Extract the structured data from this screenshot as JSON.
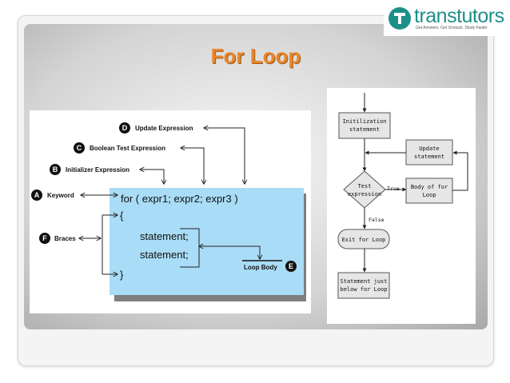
{
  "logo": {
    "name": "transtutors",
    "tagline": "Get Answers. Get Unstuck. Study Faster"
  },
  "title": "For Loop",
  "code_diagram": {
    "labels": {
      "update": {
        "letter": "D",
        "text": "Update Expression"
      },
      "test": {
        "letter": "C",
        "text": "Boolean Test Expression"
      },
      "init": {
        "letter": "B",
        "text": "Initializer Expression"
      },
      "keyword": {
        "letter": "A",
        "text": "Keyword"
      },
      "braces": {
        "letter": "F",
        "text": "Braces"
      },
      "body": {
        "letter": "E",
        "text": "Loop Body"
      }
    },
    "code": {
      "for_line": "for  (  expr1;  expr2;   expr3  )",
      "open_brace": "{",
      "stmt1": "statement;",
      "stmt2": "statement;",
      "close_brace": "}"
    }
  },
  "flowchart": {
    "init": [
      "Initilization",
      "statement"
    ],
    "update": [
      "Update",
      "statement"
    ],
    "test": [
      "Test",
      "expression"
    ],
    "body": [
      "Body of for",
      "Loop"
    ],
    "true_label": "True",
    "false_label": "False",
    "exit": "Exit for Loop",
    "after": [
      "Statement just",
      "below for Loop"
    ]
  }
}
